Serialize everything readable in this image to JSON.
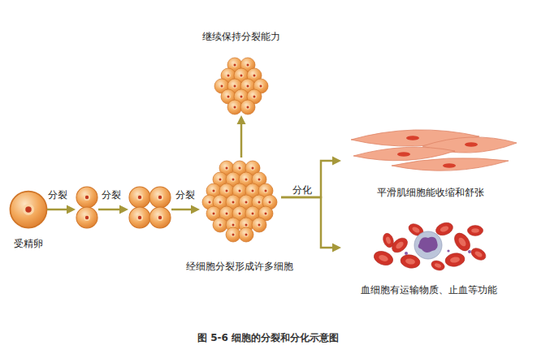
{
  "diagram": {
    "caption": "图 5-6  细胞的分裂和分化示意图",
    "nodes": [
      {
        "text": [
          "受精卵"
        ]
      },
      {
        "text": []
      },
      {
        "text": []
      },
      {
        "text": [
          "经细胞分裂形成许多细胞"
        ]
      },
      {
        "text": [
          "继续保持分裂能力"
        ]
      },
      {
        "text": [
          "平滑肌细胞能收缩和舒张"
        ]
      },
      {
        "text": [
          "血细胞有运输物质、止血等功能"
        ]
      }
    ],
    "edges": [
      {
        "from": 0,
        "to": 1,
        "arrow": "to",
        "label": "分裂"
      },
      {
        "from": 1,
        "to": 2,
        "arrow": "to",
        "label": "分裂"
      },
      {
        "from": 2,
        "to": 3,
        "arrow": "to",
        "label": "分裂"
      },
      {
        "from": 3,
        "to": 4,
        "arrow": "to"
      },
      {
        "from": 3,
        "to": 5,
        "arrow": "to",
        "label": "分化"
      },
      {
        "from": 3,
        "to": 6,
        "arrow": "to"
      }
    ]
  }
}
